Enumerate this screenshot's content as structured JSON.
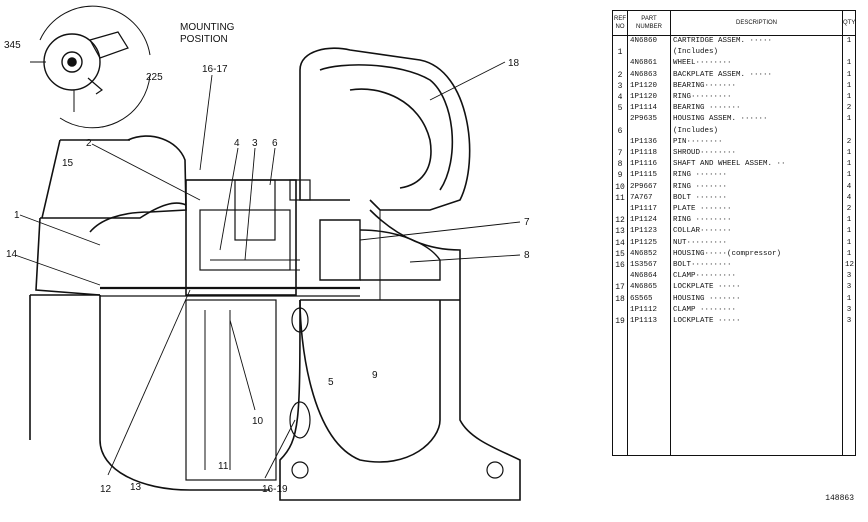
{
  "drawing": {
    "mounting_label_1": "MOUNTING",
    "mounting_label_2": "POSITION",
    "angle_345": "345",
    "angle_225": "225",
    "callouts": [
      "18",
      "16-17",
      "2",
      "4",
      "3",
      "6",
      "15",
      "1",
      "14",
      "7",
      "8",
      "5",
      "9",
      "10",
      "11",
      "12",
      "13",
      "16-19"
    ]
  },
  "table": {
    "headers": [
      "REF NO",
      "PART NUMBER",
      "DESCRIPTION",
      "QTY"
    ],
    "rows": [
      {
        "no": "",
        "pn": "4N6860",
        "desc": "CARTRIDGE ASSEM. ·····",
        "qty": "1"
      },
      {
        "no": "1",
        "pn": "",
        "desc": "(Includes)",
        "qty": ""
      },
      {
        "no": "",
        "pn": "4N6861",
        "desc": "WHEEL········",
        "qty": "1"
      },
      {
        "no": "2",
        "pn": "4N6863",
        "desc": "BACKPLATE ASSEM. ·····",
        "qty": "1"
      },
      {
        "no": "3",
        "pn": "1P1120",
        "desc": "BEARING·······",
        "qty": "1"
      },
      {
        "no": "4",
        "pn": "1P1120",
        "desc": "RING·········",
        "qty": "1"
      },
      {
        "no": "5",
        "pn": "1P1114",
        "desc": "BEARING ·······",
        "qty": "2"
      },
      {
        "no": "",
        "pn": "2P9635",
        "desc": "HOUSING ASSEM. ······",
        "qty": "1"
      },
      {
        "no": "6",
        "pn": "",
        "desc": "(Includes)",
        "qty": ""
      },
      {
        "no": "",
        "pn": "1P1136",
        "desc": "PIN········",
        "qty": "2"
      },
      {
        "no": "7",
        "pn": "1P1118",
        "desc": "SHROUD········",
        "qty": "1"
      },
      {
        "no": "8",
        "pn": "1P1116",
        "desc": "SHAFT AND WHEEL ASSEM. ··",
        "qty": "1"
      },
      {
        "no": "9",
        "pn": "1P1115",
        "desc": "RING ·······",
        "qty": "1"
      },
      {
        "no": "10",
        "pn": "2P9667",
        "desc": "RING ·······",
        "qty": "4"
      },
      {
        "no": "11",
        "pn": "7A767",
        "desc": "BOLT ·······",
        "qty": "4"
      },
      {
        "no": "",
        "pn": "1P1117",
        "desc": "PLATE ·······",
        "qty": "2"
      },
      {
        "no": "12",
        "pn": "1P1124",
        "desc": "RING ········",
        "qty": "1"
      },
      {
        "no": "13",
        "pn": "1P1123",
        "desc": "COLLAR·······",
        "qty": "1"
      },
      {
        "no": "14",
        "pn": "1P1125",
        "desc": "NUT·········",
        "qty": "1"
      },
      {
        "no": "15",
        "pn": "4N6852",
        "desc": "HOUSING·····(compressor)",
        "qty": "1"
      },
      {
        "no": "16",
        "pn": "1S3567",
        "desc": "BOLT·········",
        "qty": "12"
      },
      {
        "no": "",
        "pn": "4N6864",
        "desc": "CLAMP·········",
        "qty": "3"
      },
      {
        "no": "17",
        "pn": "4N6865",
        "desc": "LOCKPLATE ·····",
        "qty": "3"
      },
      {
        "no": "18",
        "pn": "6S565",
        "desc": "HOUSING ·······",
        "qty": "1"
      },
      {
        "no": "",
        "pn": "1P1112",
        "desc": "CLAMP ········",
        "qty": "3"
      },
      {
        "no": "19",
        "pn": "1P1113",
        "desc": "LOCKPLATE ·····",
        "qty": "3"
      }
    ]
  },
  "reference_number": "148863"
}
